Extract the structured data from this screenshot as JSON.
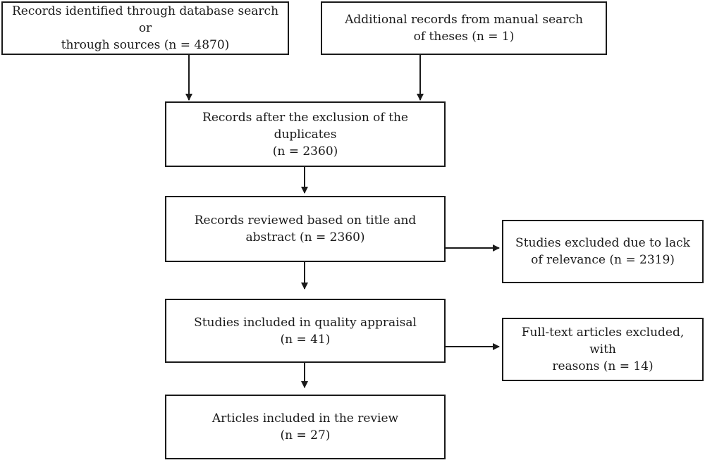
{
  "flow": {
    "identified_db": {
      "line1": "Records identified through database search or",
      "line2": "through sources (n = 4870)"
    },
    "identified_manual": {
      "line1": "Additional records from manual search",
      "line2": "of theses (n = 1)"
    },
    "after_duplicates": {
      "line1": "Records after the exclusion of the duplicates",
      "line2": "(n = 2360)"
    },
    "reviewed": {
      "line1": "Records reviewed based on title and",
      "line2": "abstract (n = 2360)"
    },
    "excluded_relevance": {
      "line1": "Studies excluded due to lack",
      "line2": "of relevance (n = 2319)"
    },
    "quality_appraisal": {
      "line1": "Studies included in quality appraisal",
      "line2": "(n = 41)"
    },
    "excluded_fulltext": {
      "line1": "Full-text articles excluded, with",
      "line2": "reasons (n = 14)"
    },
    "included": {
      "line1": "Articles included in the review",
      "line2": "(n = 27)"
    }
  }
}
